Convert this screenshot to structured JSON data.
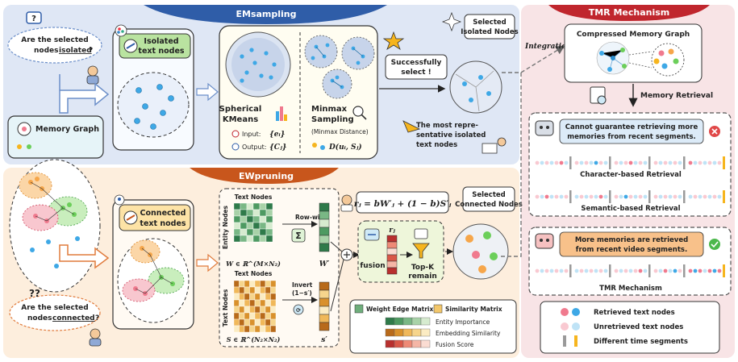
{
  "emsampling": {
    "title": "EMsampling",
    "question_line1": "Are the selected",
    "question_line2_a": "nodes ",
    "question_line2_b": "isolated",
    "question_line2_c": "?",
    "isolated_label_line1": "Isolated",
    "isolated_label_line2": "text nodes",
    "kmeans_line1": "Spherical",
    "kmeans_line2": "KMeans",
    "input_label": "Input:",
    "input_value": "{eᵢ}",
    "output_label": "Output:",
    "output_value": "{Cⱼ}",
    "minmax_line1": "Minmax",
    "minmax_line2": "Sampling",
    "minmax_sub": "(Minmax Distance)",
    "minmax_formula": "D(uᵢ, Sⱼ)",
    "success_line1": "Successfully",
    "success_line2": "select !",
    "selected_line1": "Selected",
    "selected_line2": "Isolated Nodes",
    "rep_line1": "The most repre-",
    "rep_line2": "sentative isolated",
    "rep_line3": "text nodes"
  },
  "memory_graph": {
    "label": "Memory Graph"
  },
  "ewpruning": {
    "title": "EWpruning",
    "connected_label_line1": "Connected",
    "connected_label_line2": "text nodes",
    "question_line1": "Are the selected",
    "question_line2_a": "nodes ",
    "question_line2_b": "connected",
    "question_line2_c": "?",
    "text_nodes_top": "Text Nodes",
    "entity_nodes": "Entity Nodes",
    "w_matrix_label": "W ∈ ℝ^(M×N₂)",
    "row_wise": "Row-wise",
    "sigma": "Σ",
    "w_vec": "W′",
    "text_nodes_bottom": "Text Nodes",
    "text_nodes_side": "Text Nodes",
    "s_matrix_label": "S ∈ ℝ^(N₂×N₂)",
    "invert_line1": "Invert",
    "invert_line2": "(1−s′)",
    "s_vec": "s′",
    "formula": "rⱼ = bW′ⱼ + (1 − b)S′ⱼ",
    "r_label": "rⱼ",
    "fusion": "fusion",
    "topk_line1": "Top-K",
    "topk_line2": "remain",
    "selected_line1": "Selected",
    "selected_line2": "Connected Nodes",
    "legend_weight": "Weight Edge Matrix",
    "legend_similarity": "Similarity Matrix",
    "legend_entity": "Entity Importance",
    "legend_embedding": "Embedding Similarity",
    "legend_fusion": "Fusion Score"
  },
  "integration": "Integration",
  "tmr": {
    "title": "TMR Mechanism",
    "compressed": "Compressed Memory Graph",
    "retrieval": "Memory Retrieval",
    "cannot_line1": "Cannot guarantee retrieving more",
    "cannot_line2": "memories from recent segments.",
    "character_based": "Character-based Retrieval",
    "semantic_based": "Semantic-based Retrieval",
    "more_line1": "More memories are retrieved",
    "more_line2": "from recent video segments.",
    "tmr_label": "TMR Mechanism",
    "legend_retrieved": "Retrieved text nodes",
    "legend_unretrieved": "Unretrieved text nodes",
    "legend_segments": "Different time segments"
  },
  "colors": {
    "blue_section": "#dfe7f5",
    "orange_section": "#fdeedd",
    "pink_section": "#f8e4e6",
    "title_blue": "#2f5da8",
    "title_orange": "#c8561c",
    "title_red": "#c0262d",
    "node_blue": "#3ea8e6",
    "node_orange": "#f6a64a",
    "node_green": "#6ccf5a",
    "node_pink": "#f07a8e",
    "accent_yellow": "#f6b51e"
  }
}
